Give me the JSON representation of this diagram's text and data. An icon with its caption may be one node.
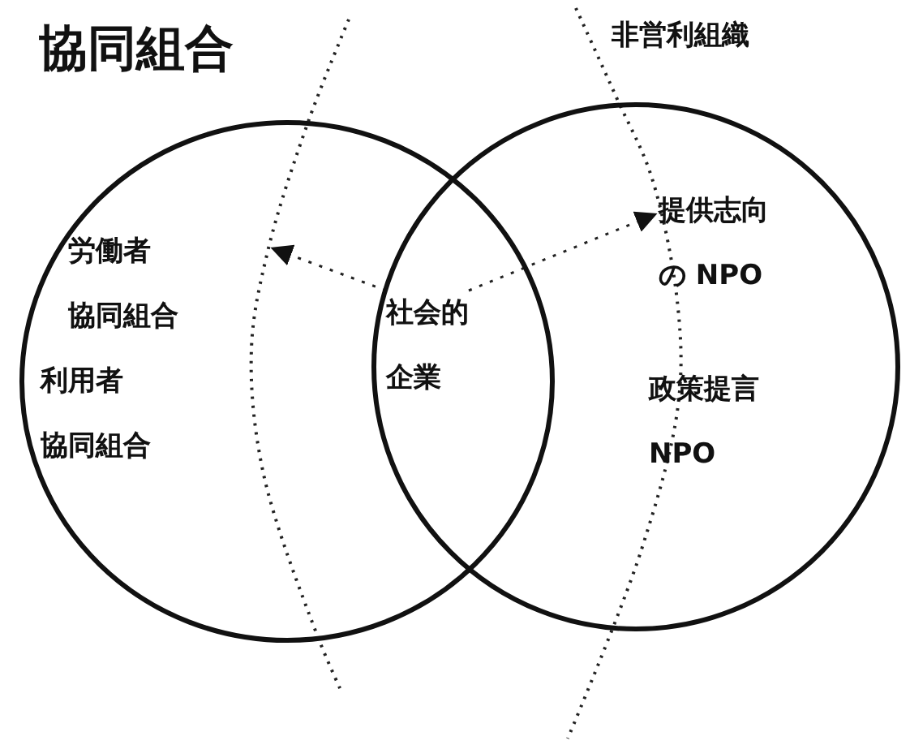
{
  "diagram": {
    "nodes": [
      {
        "text": [
          "協同組合"
        ]
      },
      {
        "text": [
          "非営利組織"
        ]
      },
      {
        "text": [
          "労働者協同組合"
        ],
        "in": 0
      },
      {
        "text": [
          "利用者協同組合"
        ],
        "in": 0
      },
      {
        "text": [
          "社会的企業"
        ]
      },
      {
        "text": [
          "提供志向の NPO"
        ],
        "in": 1
      },
      {
        "text": [
          "政策提言NPO"
        ],
        "in": 1
      }
    ],
    "edges": [
      {
        "from": 4,
        "to": null,
        "arrow": "to",
        "style": "dashed"
      },
      {
        "from": 4,
        "to": 5,
        "arrow": "to",
        "style": "dashed"
      }
    ]
  }
}
